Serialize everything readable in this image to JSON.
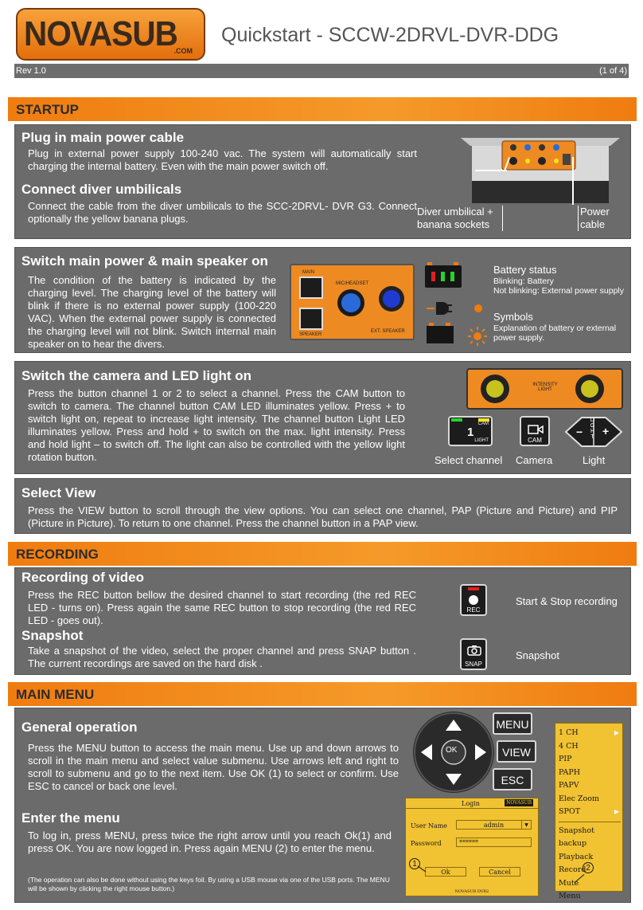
{
  "header": {
    "logo_text": "NOVASUB",
    "logo_sub": ".COM",
    "title": "Quickstart - SCCW-2DRVL-DVR-DDG",
    "rev": "Rev 1.0",
    "page": "(1 of 4)"
  },
  "sections": {
    "startup": "STARTUP",
    "recording": "RECORDING",
    "main_menu": "MAIN MENU"
  },
  "plug": {
    "title": "Plug in main power cable",
    "text": "Plug in external power supply 100-240 vac. The system will automatically start charging the internal battery. Even with the main power switch off."
  },
  "connect": {
    "title": "Connect diver umbilicals",
    "text": "Connect the cable from the diver umbilicals to the SCC-2DRVL- DVR G3. Connect optionally the yellow banana plugs.",
    "label_diver": "Diver umbilical + banana sockets",
    "label_power": "Power cable"
  },
  "switch_power": {
    "title": "Switch main power & main speaker on",
    "text": "The condition of the battery is indicated by the charging level. The charging level of the battery will blink if there is no external power supply (100-220 VAC). When the external power supply is connected the charging level will not blink. Switch internal main speaker on to hear the divers.",
    "panel_main": "MAIN",
    "panel_mic": "MIC/HEADSET",
    "panel_speaker": "SPEAKER",
    "panel_ext": "EXT. SPEAKER",
    "battery_title": "Battery status",
    "battery_line1": "Blinking: Battery",
    "battery_line2": "Not blinking: External power supply",
    "symbols_title": "Symbols",
    "symbols_text": "Explanation of battery or external power supply."
  },
  "camera": {
    "title": "Switch the camera and LED light on",
    "text": "Press the button channel 1 or 2 to select a channel. Press the CAM button to switch to camera. The channel button CAM LED illuminates yellow. Press + to switch light on, repeat to increase light intensity. The channel button Light LED illuminates yellow. Press and hold + to switch on the max. light intensity. Press and hold light – to switch off. The light can also be controlled with the yellow light rotation button.",
    "knob_label": "INTENSITY LIGHT",
    "btn_num": "1",
    "btn_cam": "CAM",
    "btn_light": "LIGHT",
    "cam_cap": "CAM",
    "light_letters": "LIGHT",
    "minus": "−",
    "plus": "+",
    "label_select": "Select channel",
    "label_camera": "Camera",
    "label_light": "Light"
  },
  "view": {
    "title": "Select View",
    "text": "Press the VIEW button to scroll through the view options. You can select one channel, PAP (Picture and Picture) and PIP (Picture in Picture). To return to one channel. Press the channel button in a PAP view."
  },
  "rec": {
    "title": "Recording of video",
    "text": "Press the REC button bellow the desired channel to start recording (the red REC LED - turns on). Press again the same REC button to stop recording (the red REC LED - goes out).",
    "btn": "REC",
    "label": "Start & Stop recording"
  },
  "snap": {
    "title": "Snapshot",
    "text": "Take a snapshot of the video, select the proper channel and press SNAP button . The current recordings are saved on the hard disk .",
    "btn": "SNAP",
    "label": "Snapshot"
  },
  "general": {
    "title": "General operation",
    "text": "Press the MENU button to access the main menu. Use up and down arrows to scroll in the main menu and select value submenu. Use arrows left and right to scroll to submenu and go to the next item. Use OK (1) to select or confirm. Use ESC to cancel or back one level.",
    "ok": "OK",
    "menu": "MENU",
    "view": "VIEW",
    "esc": "ESC"
  },
  "enter": {
    "title": "Enter the menu",
    "text": "To log in, press MENU, press twice the right arrow until you reach Ok(1) and press OK. You are now logged in. Press again MENU (2) to enter the menu.",
    "note": "(The operation can also be done without using the keys foil. By using a USB mouse via one of the USB ports. The MENU will be shown by clicking the right mouse button.)"
  },
  "login": {
    "title": "Login",
    "brand": "NOVASUB",
    "user_label": "User Name",
    "user_value": "admin",
    "pass_label": "Password",
    "pass_value": "******",
    "ok": "Ok",
    "cancel": "Cancel",
    "footer": "NOVASUB DVR2",
    "marker": "1"
  },
  "osd_menu": {
    "items": [
      "1 CH",
      "4 CH",
      "PIP",
      "PAPH",
      "PAPV",
      "Elec Zoom",
      "SPOT",
      "Snapshot backup",
      "Playback",
      "Record",
      "Mute",
      "Menu"
    ],
    "marker": "2"
  },
  "colors": {
    "accent_orange": "#f07c10",
    "panel_grey": "#6b6b6b",
    "led_green": "#2bd12b",
    "led_red": "#e02020",
    "led_yellow": "#f5e21b",
    "osd_yellow": "#f1c232"
  }
}
